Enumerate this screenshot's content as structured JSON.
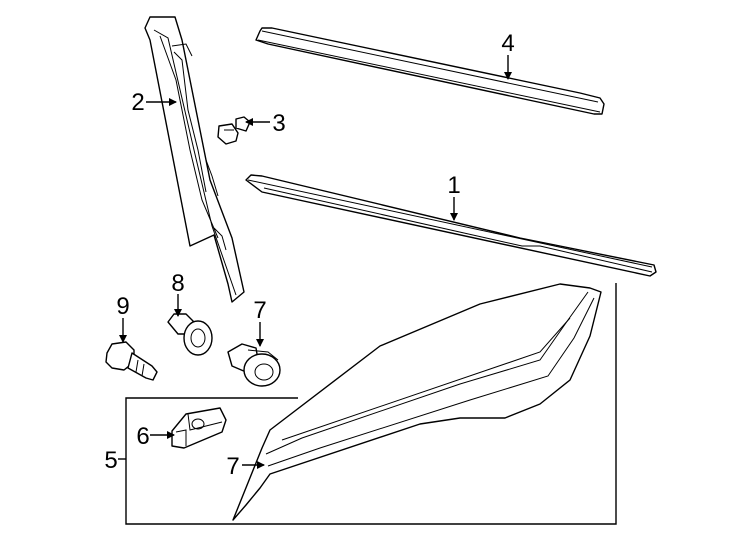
{
  "callouts": {
    "c1": "1",
    "c2": "2",
    "c3": "3",
    "c4": "4",
    "c5": "5",
    "c6": "6",
    "c7a": "7",
    "c7b": "7",
    "c8": "8",
    "c9": "9"
  },
  "colors": {
    "line": "#000000",
    "background": "#ffffff"
  }
}
